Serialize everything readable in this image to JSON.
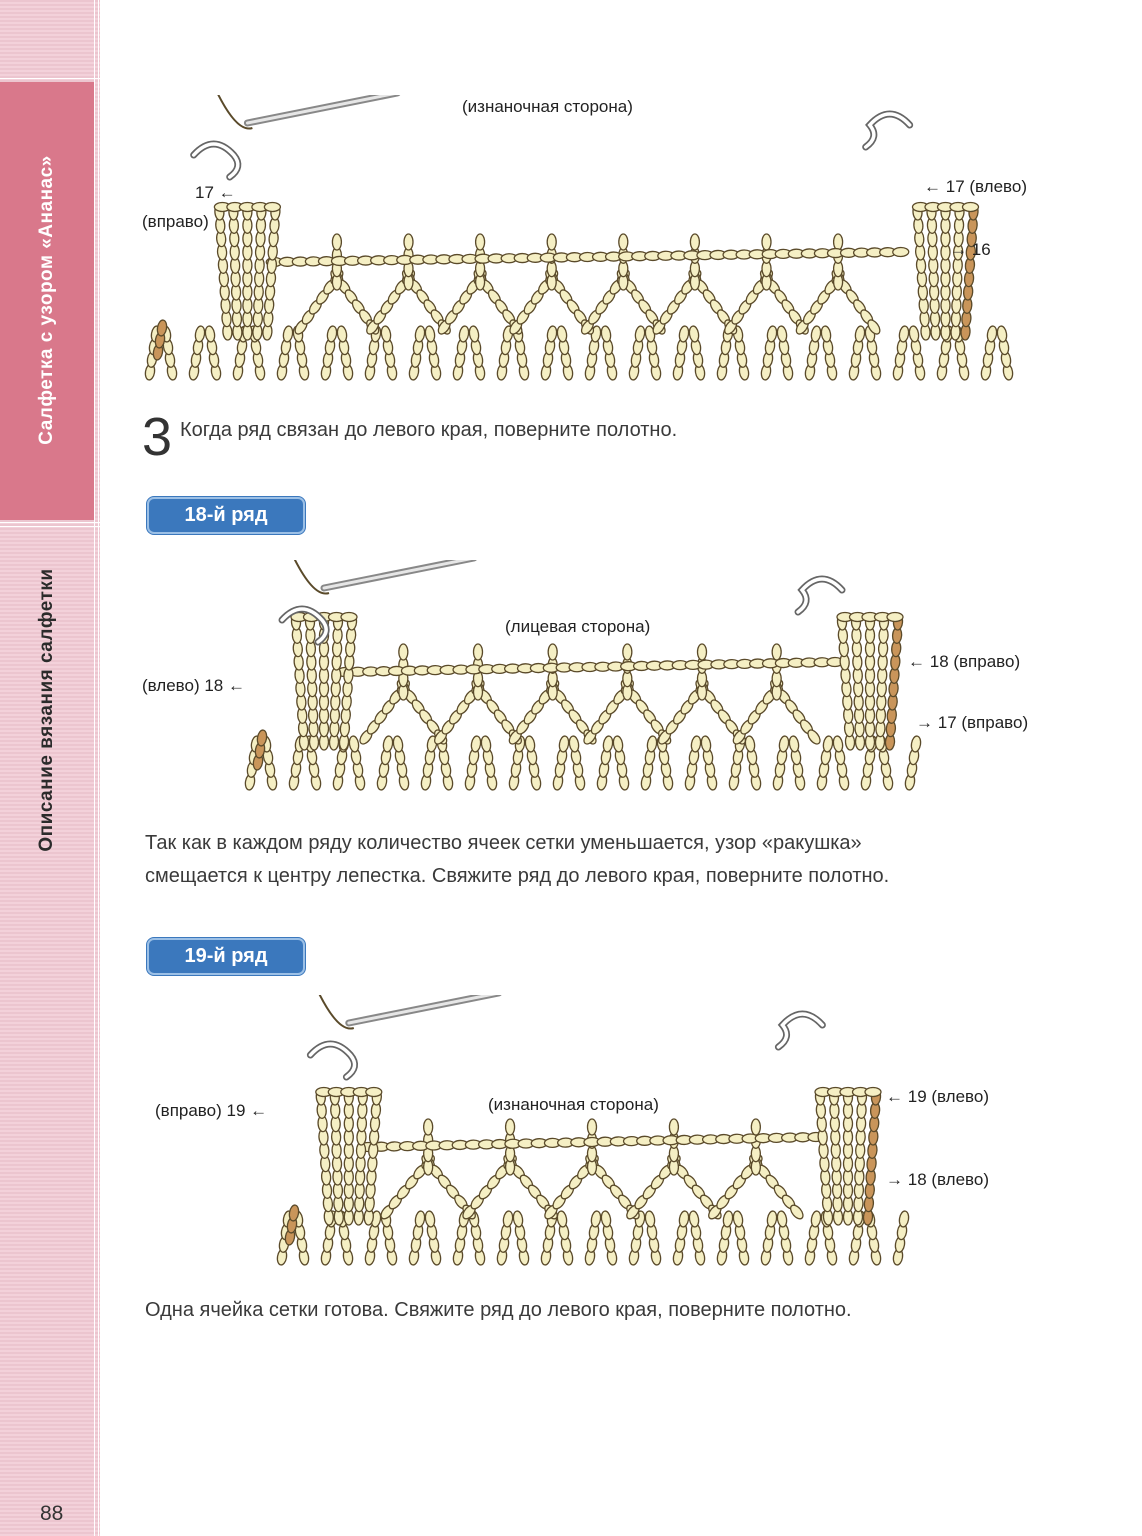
{
  "sidebar": {
    "chapter_title": "Салфетка с узором «Ананас»",
    "section_title": "Описание вязания салфетки",
    "page_number": "88"
  },
  "colors": {
    "band": "#f1c9d3",
    "tab": "#d9788b",
    "badge": "#3b78bd",
    "yarn": "#f5efc4",
    "yarn_marked": "#c9955a",
    "outline": "#5a4a2a"
  },
  "step3": {
    "number": "3",
    "text": "Когда ряд связан до левого края, поверните полотно.",
    "side_label": "(изнаночная сторона)",
    "labels": {
      "left_row": "17",
      "left_dir": "(вправо)",
      "right_row": "17 (влево)",
      "right_prev": "16"
    }
  },
  "row18": {
    "title": "18-й ряд",
    "side_label": "(лицевая сторона)",
    "labels": {
      "left": "(влево) 18",
      "right_row": "18 (вправо)",
      "right_prev": "17 (вправо)"
    },
    "text_line1": "Так как в каждом ряду количество ячеек сетки уменьшается, узор «ракушка»",
    "text_line2": "смещается к центру лепестка. Свяжите ряд до левого края, поверните полотно."
  },
  "row19": {
    "title": "19-й ряд",
    "side_label": "(изнаночная сторона)",
    "labels": {
      "left": "(вправо) 19",
      "right_row": "19 (влево)",
      "right_prev": "18 (влево)"
    },
    "text": "Одна ячейка сетки готова. Свяжите ряд до левого края, поверните полотно."
  }
}
